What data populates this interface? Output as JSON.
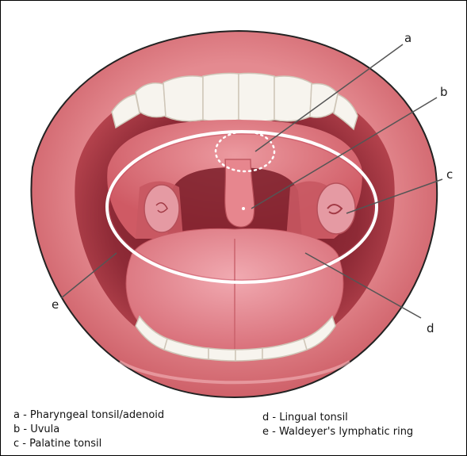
{
  "diagram": {
    "markers": {
      "a": "a",
      "b": "b",
      "c": "c",
      "d": "d",
      "e": "e"
    },
    "legend": [
      {
        "letter": "a",
        "text": "a - Pharyngeal tonsil/adenoid"
      },
      {
        "letter": "b",
        "text": "b - Uvula"
      },
      {
        "letter": "c",
        "text": "c - Palatine tonsil"
      },
      {
        "letter": "d",
        "text": "d - Lingual tonsil"
      },
      {
        "letter": "e",
        "text": "e - Waldeyer's lymphatic ring"
      }
    ],
    "colors": {
      "lip": "#d9737a",
      "lip_dark": "#b8454f",
      "cavity": "#8e2a36",
      "palate": "#d96a72",
      "tongue": "#e8919a",
      "teeth": "#f7f4ee",
      "ring": "#ffffff",
      "tonsil": "#e59aa3"
    }
  }
}
